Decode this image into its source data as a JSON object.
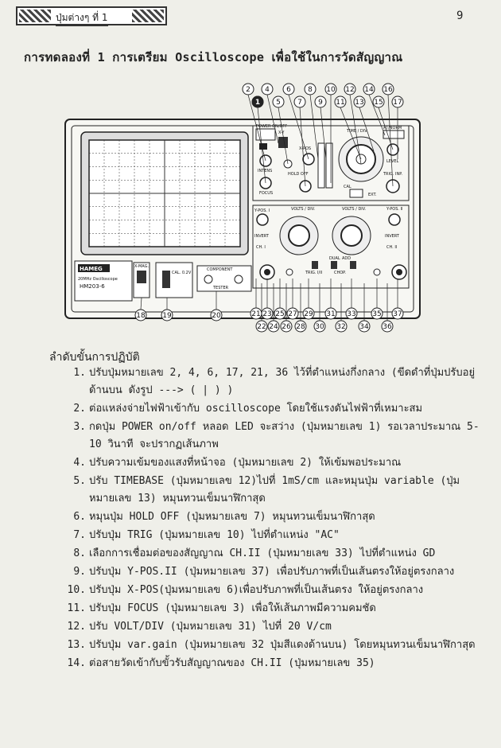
{
  "header": {
    "tab_title": "ปุ่มต่างๆ ที่ 1",
    "page_number": "9"
  },
  "experiment_title": "การทดลองที่  1  การเตรียม Oscilloscope เพื่อใช้ในการวัดสัญญาณ",
  "figure": {
    "brand": "HAMEG",
    "model_line": "20MHz Oscilloscope",
    "model": "HM203-6",
    "labels": {
      "power": "POWER ON/OFF",
      "x_y": "X-Y",
      "intens": "INTENS",
      "focus": "FOCUS",
      "x_pos": "X-POS",
      "hold_off": "HOLD OFF",
      "time_div": "TIME / DIV.",
      "at_norm": "AT/NORM",
      "level": "LEVEL",
      "trig_inp": "TRIG. INP.",
      "cal": "CAL",
      "ext": "EXT.",
      "y_pos_1": "Y-POS. I",
      "volts_div_1": "VOLTS / DIV.",
      "volts_div_2": "VOLTS / DIV.",
      "y_pos_2": "Y-POS. II",
      "invert_1": "INVERT",
      "invert_2": "INVERT",
      "ch1": "CH. I",
      "ch2": "CH. II",
      "add": "ADD",
      "chop": "CHOP.",
      "dual": "DUAL",
      "trig_i_ii": "TRIG. I/II",
      "x_mag": "X-MAG.",
      "cal_2": "CAL. 0.2V",
      "component": "COMPONENT",
      "tester": "TESTER"
    },
    "callouts_top": [
      "2",
      "3",
      "4",
      "5",
      "6",
      "7",
      "8",
      "9",
      "10",
      "11",
      "12",
      "13",
      "14",
      "15",
      "16",
      "17"
    ],
    "callout_1": "1",
    "callouts_left": [
      "18",
      "19",
      "20"
    ],
    "callouts_bottom_upper": [
      "21",
      "23",
      "25",
      "27",
      "29",
      "31",
      "33",
      "35",
      "37"
    ],
    "callouts_bottom_lower": [
      "22",
      "24",
      "26",
      "28",
      "30",
      "32",
      "34",
      "36"
    ]
  },
  "steps_heading": "ลำดับขั้นการปฏิบัติ",
  "steps": [
    {
      "num": "1.",
      "text": "ปรับปุ่มหมายเลข 2, 4, 6, 17, 21, 36 ไว้ที่ตำแหน่งกึ่งกลาง (ขีดดำที่ปุ่มปรับอยู่ด้านบน  ดังรูป ---> (  |  ) )"
    },
    {
      "num": "2.",
      "text": "ต่อแหล่งจ่ายไฟฟ้าเข้ากับ oscilloscope โดยใช้แรงดันไฟฟ้าที่เหมาะสม"
    },
    {
      "num": "3.",
      "text": "กดปุ่ม POWER  on/off หลอด LED จะสว่าง (ปุ่มหมายเลข 1) รอเวลาประมาณ 5-10 วินาที จะปรากฏเส้นภาพ"
    },
    {
      "num": "4.",
      "text": "ปรับความเข้มของแสงที่หน้าจอ (ปุ่มหมายเลข 2) ให้เข้มพอประมาณ"
    },
    {
      "num": "5.",
      "text": "ปรับ TIMEBASE (ปุ่มหมายเลข 12)ไปที่ 1mS/cm และหมุนปุ่ม variable (ปุ่มหมายเลข 13) หมุนทวนเข็มนาฬิกาสุด"
    },
    {
      "num": "6.",
      "text": "หมุนปุ่ม HOLD  OFF (ปุ่มหมายเลข 7) หมุนทวนเข็มนาฬิกาสุด"
    },
    {
      "num": "7.",
      "text": "ปรับปุ่ม TRIG (ปุ่มหมายเลข 10) ไปที่ตำแหน่ง \"AC\""
    },
    {
      "num": "8.",
      "text": "เลือกการเชื่อมต่อของสัญญาณ CH.II (ปุ่มหมายเลข 33) ไปที่ตำแหน่ง GD"
    },
    {
      "num": "9.",
      "text": "ปรับปุ่ม Y-POS.II (ปุ่มหมายเลข 37) เพื่อปรับภาพที่เป็นเส้นตรงให้อยู่ตรงกลาง"
    },
    {
      "num": "10.",
      "text": "ปรับปุ่ม X-POS(ปุ่มหมายเลข 6)เพื่อปรับภาพที่เป็นเส้นตรง ให้อยู่ตรงกลาง"
    },
    {
      "num": "11.",
      "text": "ปรับปุ่ม FOCUS (ปุ่มหมายเลข 3) เพื่อให้เส้นภาพมีความคมชัด"
    },
    {
      "num": "12.",
      "text": "ปรับ VOLT/DIV (ปุ่มหมายเลข 31) ไปที่ 20 V/cm"
    },
    {
      "num": "13.",
      "text": "ปรับปุ่ม var.gain (ปุ่มหมายเลข 32 ปุ่มสีแดงด้านบน)  โดยหมุนทวนเข็มนาฬิกาสุด"
    },
    {
      "num": "14.",
      "text": "ต่อสายวัดเข้ากับขั้วรับสัญญาณของ CH.II (ปุ่มหมายเลข 35)"
    }
  ]
}
